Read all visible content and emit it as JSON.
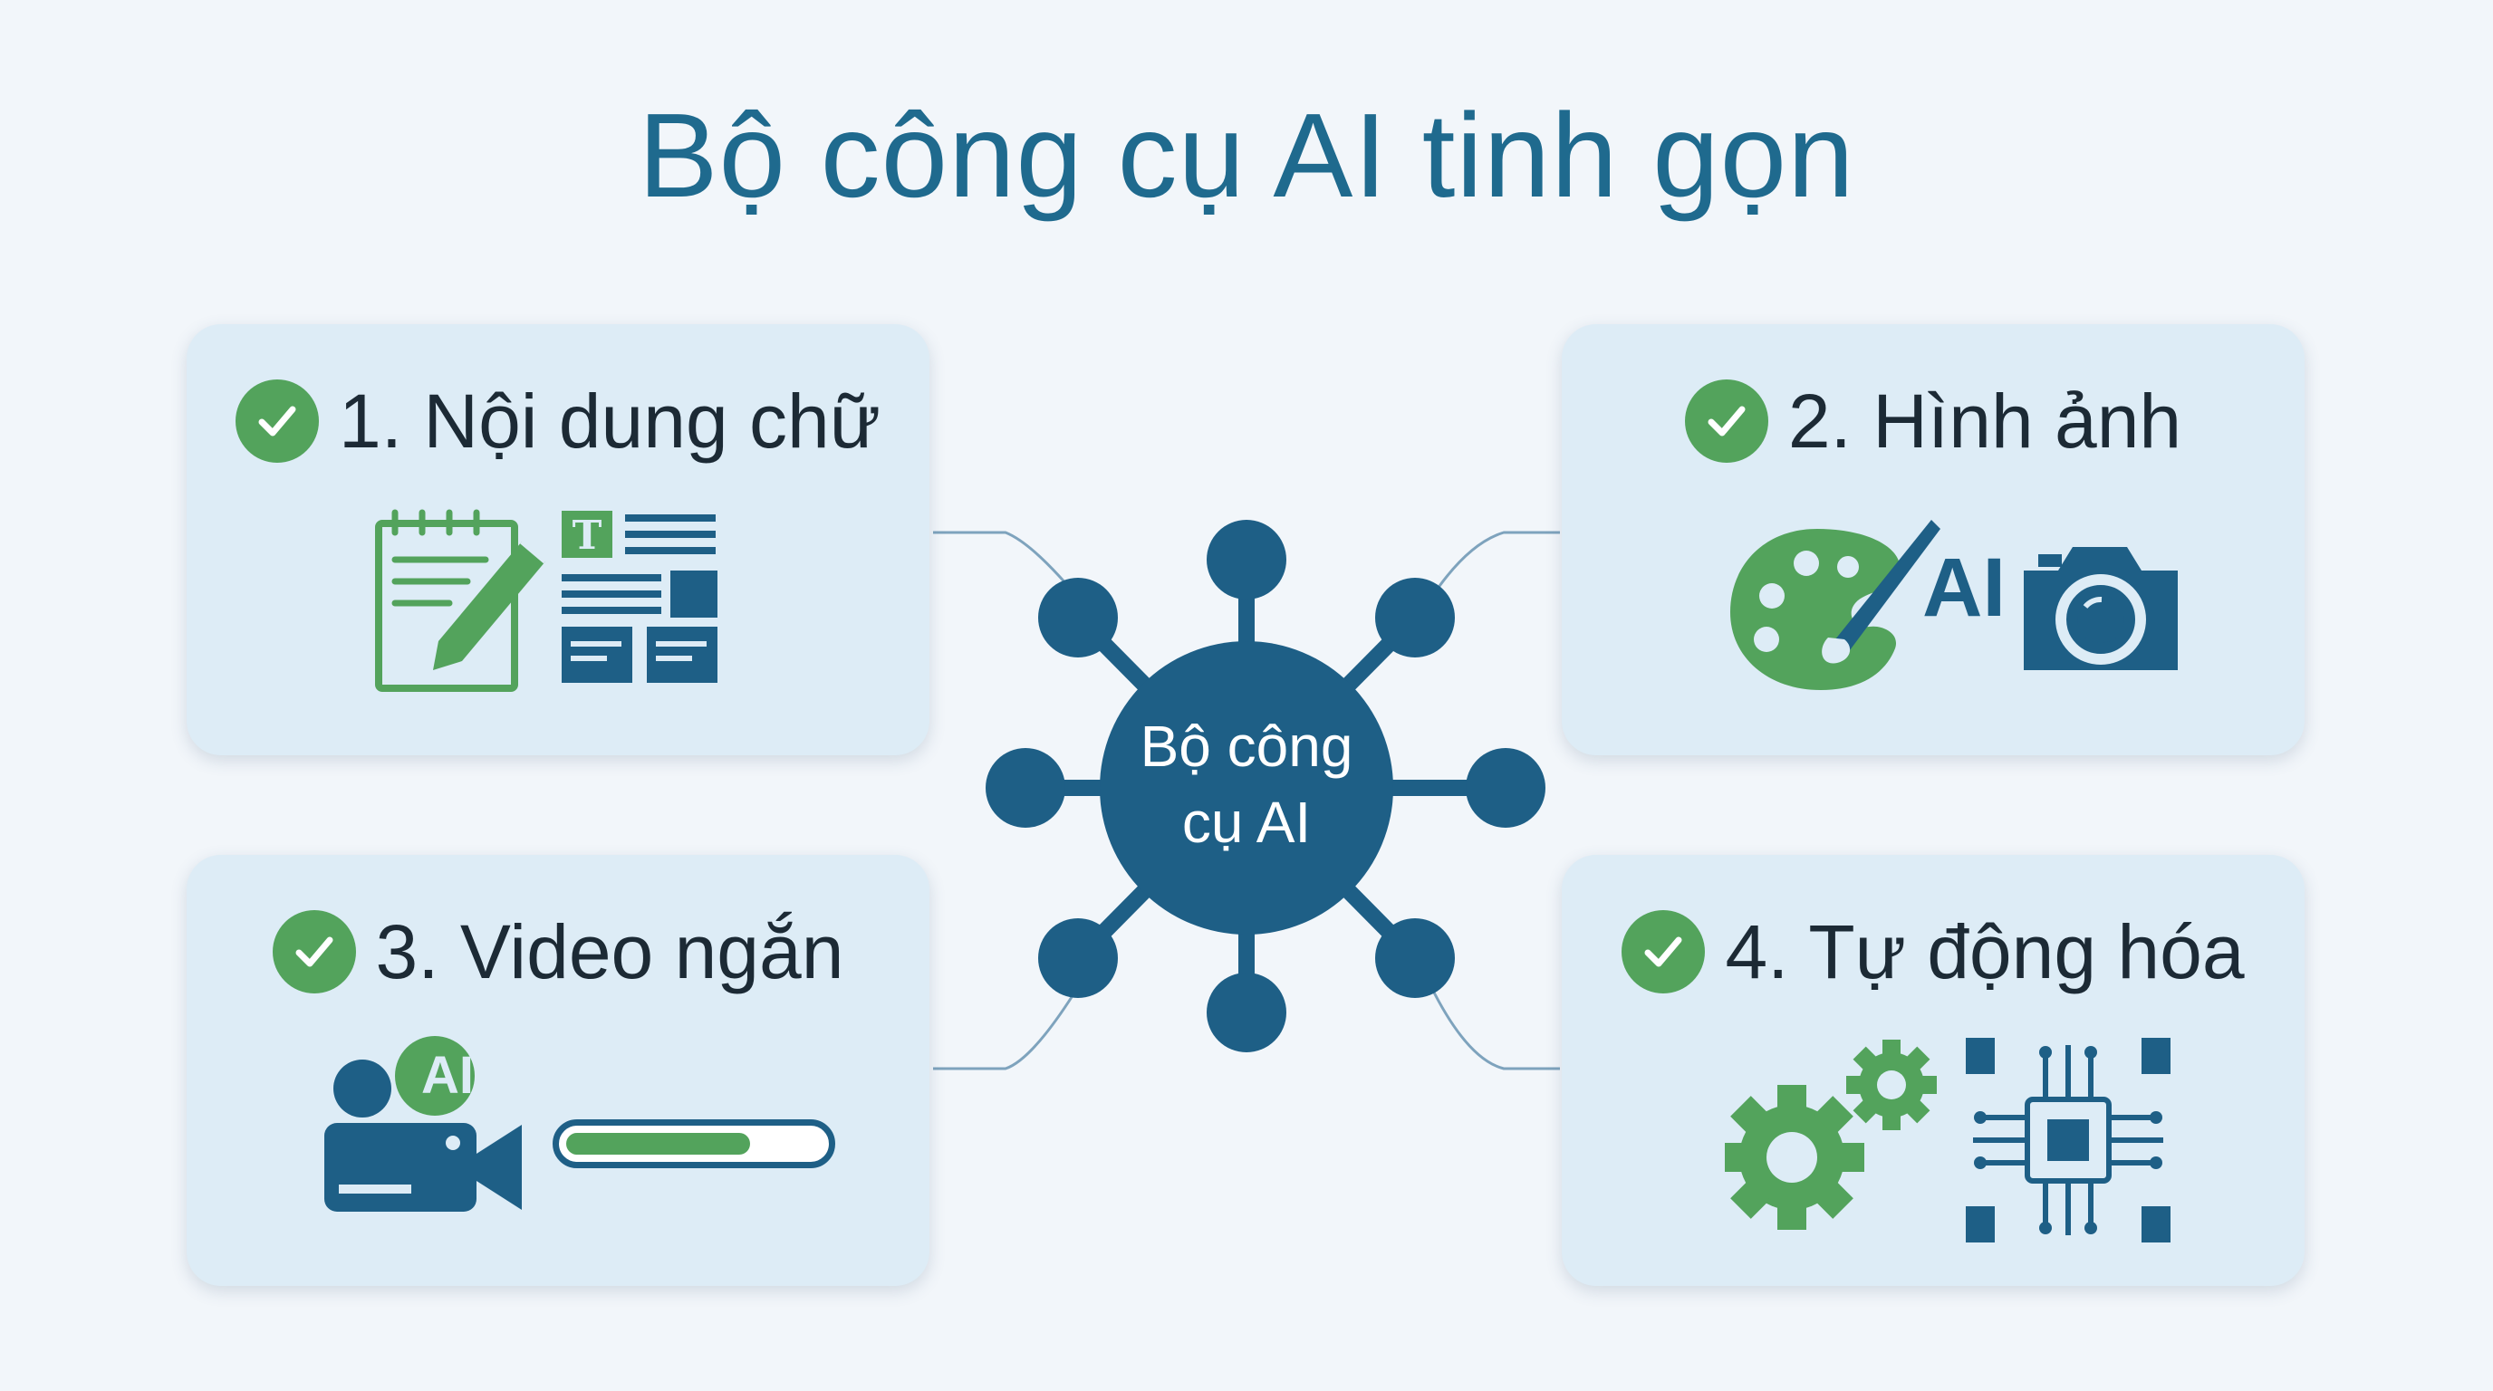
{
  "title": "Bộ công cụ AI tinh gọn",
  "hub": {
    "label_line1": "Bộ công",
    "label_line2": "cụ AI"
  },
  "cards": [
    {
      "label": "1. Nội dung chữ",
      "icons": [
        "notepad-pencil-icon",
        "text-layout-icon"
      ]
    },
    {
      "label": "2. Hình ảnh",
      "icons": [
        "palette-icon",
        "ai-badge",
        "camera-icon"
      ],
      "badge": "AI"
    },
    {
      "label": "3. Video ngắn",
      "icons": [
        "video-camera-icon",
        "progress-bar"
      ],
      "badge": "AI",
      "progress": 0.72
    },
    {
      "label": "4. Tự động hóa",
      "icons": [
        "gears-icon",
        "cpu-chip-icon"
      ]
    }
  ],
  "colors": {
    "primary": "#1f6a8e",
    "dark_blue": "#1e5f86",
    "green": "#53a35c",
    "card": "#ddecf6",
    "background": "#f2f6fa"
  }
}
